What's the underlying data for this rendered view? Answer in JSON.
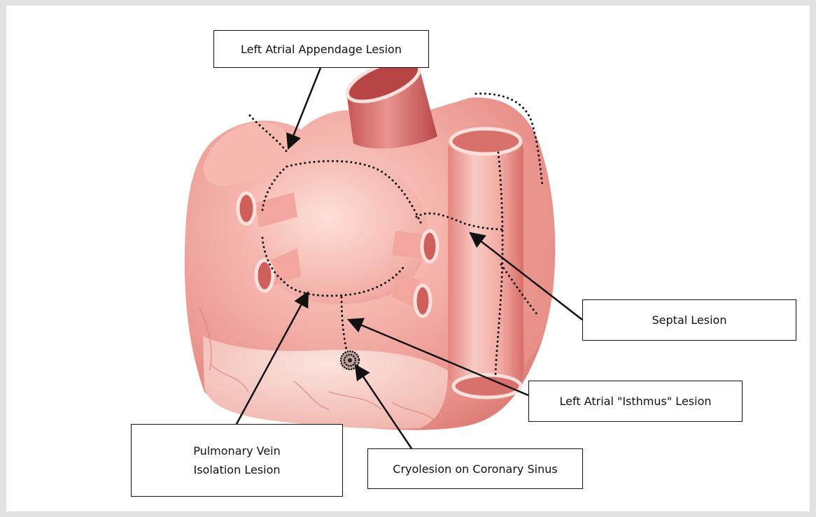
{
  "labels": {
    "left_atrial_appendage": "Left Atrial Appendage Lesion",
    "septal": "Septal Lesion",
    "isthmus": "Left Atrial \"Isthmus\" Lesion",
    "pvi_line1": "Pulmonary Vein",
    "pvi_line2": "Isolation Lesion",
    "cryo": "Cryolesion on Coronary Sinus"
  },
  "colors": {
    "background": "#e2e2e2",
    "panel": "#ffffff",
    "heart_base": "#ec9a93",
    "heart_light": "#f8c8c0",
    "vessel_dark": "#c34f4f",
    "lesion_dots": "#111111",
    "arrow": "#111111"
  }
}
